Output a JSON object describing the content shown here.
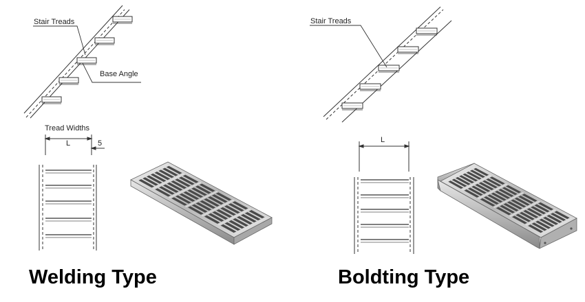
{
  "labels": {
    "stair_treads_left": "Stair Treads",
    "base_angle": "Base Angle",
    "tread_widths": "Tread Widths",
    "dim_l_left": "L",
    "dim_5": "5",
    "stair_treads_right": "Stair Treads",
    "dim_l_right": "L"
  },
  "titles": {
    "welding": "Welding Type",
    "bolting": "Boldting Type"
  },
  "colors": {
    "line": "#333333",
    "grate_dark": "#4a4a4a",
    "grate_light": "#d8d8d8",
    "grate_mid": "#9a9a9a",
    "highlight": "#cc3344"
  }
}
